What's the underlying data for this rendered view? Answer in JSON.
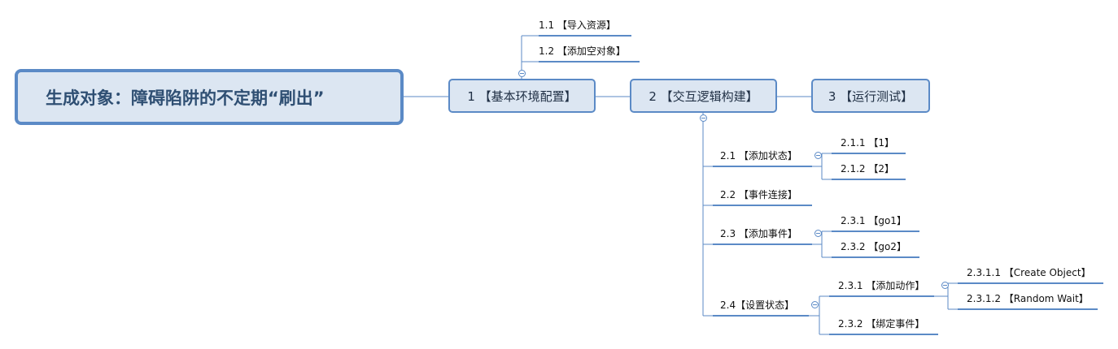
{
  "root": {
    "title": "生成对象：障碍陷阱的不定期“刷出”"
  },
  "main_nodes": [
    {
      "label": "1 【基本环境配置】"
    },
    {
      "label": "2 【交互逻辑构建】"
    },
    {
      "label": "3 【运行测试】"
    }
  ],
  "env_children": [
    {
      "label": "1.1 【导入资源】"
    },
    {
      "label": "1.2 【添加空对象】"
    }
  ],
  "logic_children": [
    {
      "label": "2.1 【添加状态】",
      "children": [
        {
          "label": "2.1.1 【1】"
        },
        {
          "label": "2.1.2 【2】"
        }
      ]
    },
    {
      "label": "2.2 【事件连接】",
      "children": []
    },
    {
      "label": "2.3 【添加事件】",
      "children": [
        {
          "label": "2.3.1 【go1】"
        },
        {
          "label": "2.3.2 【go2】"
        }
      ]
    },
    {
      "label": "2.4【设置状态】",
      "children": [
        {
          "label": "2.3.1 【添加动作】",
          "children": [
            {
              "label": "2.3.1.1 【Create Object】"
            },
            {
              "label": "2.3.1.2 【Random Wait】"
            }
          ]
        },
        {
          "label": "2.3.2 【绑定事件】",
          "children": []
        }
      ]
    }
  ],
  "colors": {
    "line": "#5b8ac6",
    "node_fill": "#dce6f2",
    "border": "#5b8ac6"
  }
}
